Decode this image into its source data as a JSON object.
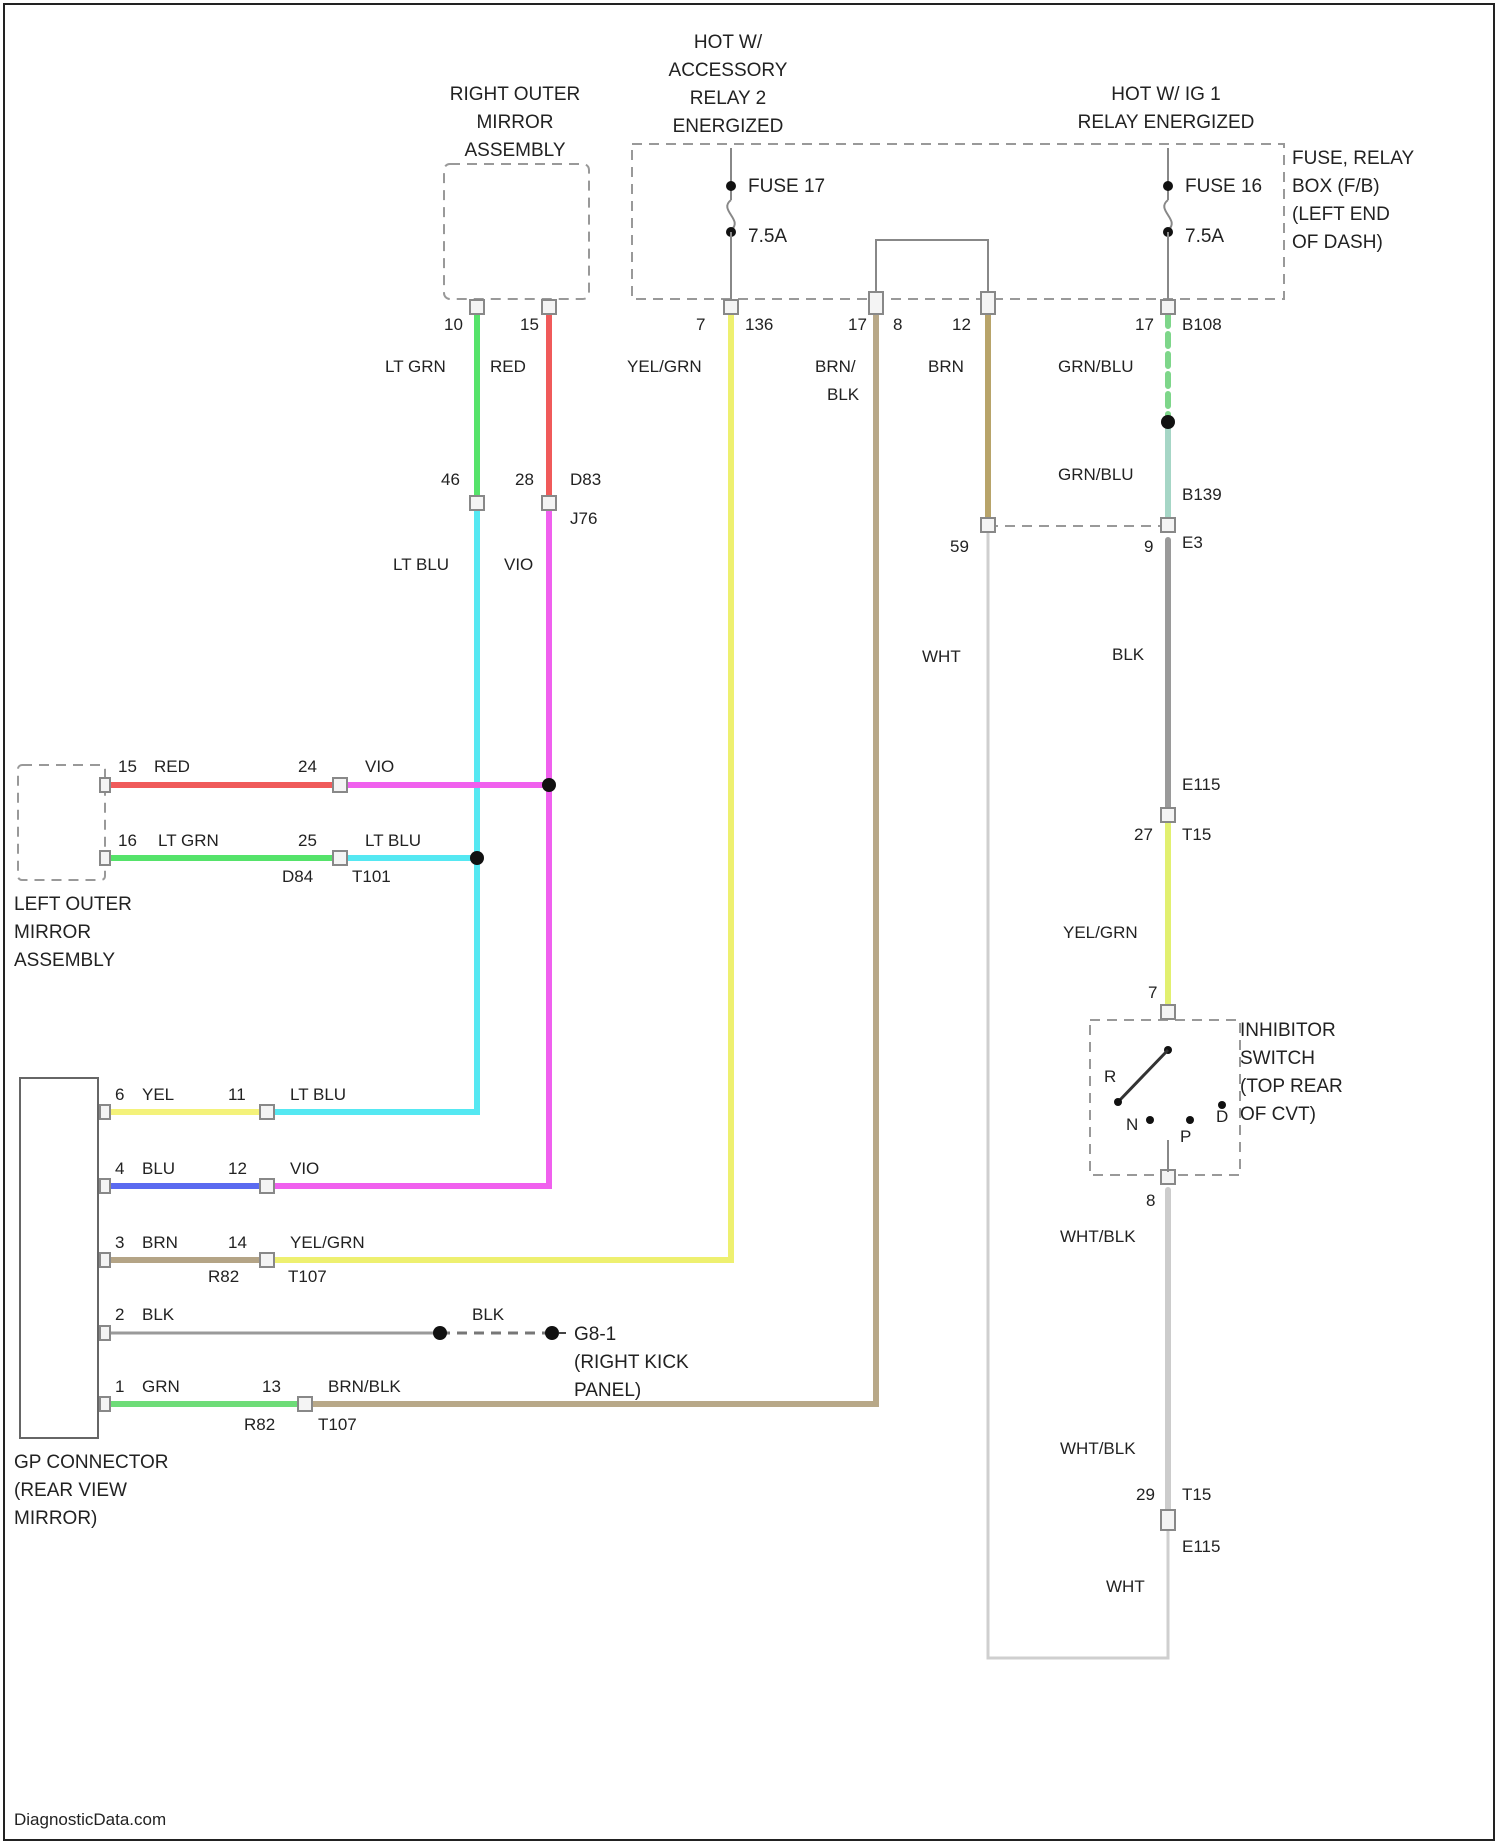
{
  "colors": {
    "lt_grn": "#55e36a",
    "red": "#f05a5a",
    "yel_grn": "#eef070",
    "brn_blk": "#b8a888",
    "brn": "#b8a46a",
    "grn_blu": "#7ed68a",
    "lt_blu": "#55e8f2",
    "vio": "#f060ee",
    "wht": "#e2e2e2",
    "blk": "#9a9a9a",
    "yel": "#f4f27a",
    "blu": "#5a6af0",
    "grn": "#6edc78",
    "brn_wire": "#b4a486",
    "wht_blk": "#cccccc"
  },
  "components": {
    "right_mirror": [
      "RIGHT OUTER",
      "MIRROR",
      "ASSEMBLY"
    ],
    "accessory_relay": [
      "HOT W/",
      "ACCESSORY",
      "RELAY 2",
      "ENERGIZED"
    ],
    "ig1_relay": [
      "HOT W/ IG 1",
      "RELAY ENERGIZED"
    ],
    "fuse_box": [
      "FUSE, RELAY",
      "BOX (F/B)",
      "(LEFT END",
      "OF DASH)"
    ],
    "left_mirror": [
      "LEFT OUTER",
      "MIRROR",
      "ASSEMBLY"
    ],
    "inhibitor_switch": [
      "INHIBITOR",
      "SWITCH",
      "(TOP REAR",
      "OF CVT)"
    ],
    "gp_connector": [
      "GP CONNECTOR",
      "(REAR VIEW",
      "MIRROR)"
    ],
    "ground": [
      "G8-1",
      "(RIGHT KICK",
      "PANEL)"
    ]
  },
  "fuses": {
    "fuse17_name": "FUSE 17",
    "fuse17_rating": "7.5A",
    "fuse16_name": "FUSE 16",
    "fuse16_rating": "7.5A"
  },
  "connectors": {
    "c7": "7",
    "c106": "136",
    "c17": "17",
    "c8": "8",
    "c12": "12",
    "c17b": "17",
    "b108": "B108",
    "rm_pin10": "10",
    "rm_pin15": "15",
    "lt46": "46",
    "lt28": "28",
    "d83": "D83",
    "j76": "J76",
    "pin59": "59",
    "b139": "B139",
    "pin9": "9",
    "e3": "E3",
    "e115": "E115",
    "pin27": "27",
    "t15": "T15",
    "pin7": "7",
    "inh_r": "R",
    "inh_n": "N",
    "inh_p": "P",
    "inh_d": "D",
    "pin8": "8",
    "pin29": "29",
    "t15b": "T15",
    "e115b": "E115",
    "lm15": "15",
    "lm16": "16",
    "c24": "24",
    "c25": "25",
    "d84": "D84",
    "t101": "T101",
    "gp6": "6",
    "gp11": "11",
    "gp4": "4",
    "gp12": "12",
    "gp3": "3",
    "gp14": "14",
    "r82": "R82",
    "t107": "T107",
    "gp2": "2",
    "gp1": "1",
    "gp13": "13",
    "r82b": "R82",
    "t107b": "T107"
  },
  "wire_labels": {
    "lt_grn": "LT GRN",
    "red": "RED",
    "yel_grn": "YEL/GRN",
    "brn_blk_top": "BRN/",
    "brn_blk_bot": "BLK",
    "brn": "BRN",
    "grn_blu": "GRN/BLU",
    "grn_blu2": "GRN/BLU",
    "lt_blu": "LT BLU",
    "vio": "VIO",
    "wht": "WHT",
    "blk": "BLK",
    "yel_grn2": "YEL/GRN",
    "lm_red": "RED",
    "lm_vio": "VIO",
    "lm_lt_grn": "LT GRN",
    "lm_lt_blu": "LT BLU",
    "gp_yel": "YEL",
    "gp_lt_blu": "LT BLU",
    "gp_blu": "BLU",
    "gp_vio": "VIO",
    "gp_brn": "BRN",
    "gp_yel_grn": "YEL/GRN",
    "gp_blk": "BLK",
    "gp_blk2": "BLK",
    "gp_grn": "GRN",
    "gp_brn_blk": "BRN/BLK",
    "wht_blk": "WHT/BLK",
    "wht_blk2": "WHT/BLK",
    "wht2": "WHT"
  },
  "footer": {
    "watermark": "DiagnosticData.com"
  }
}
